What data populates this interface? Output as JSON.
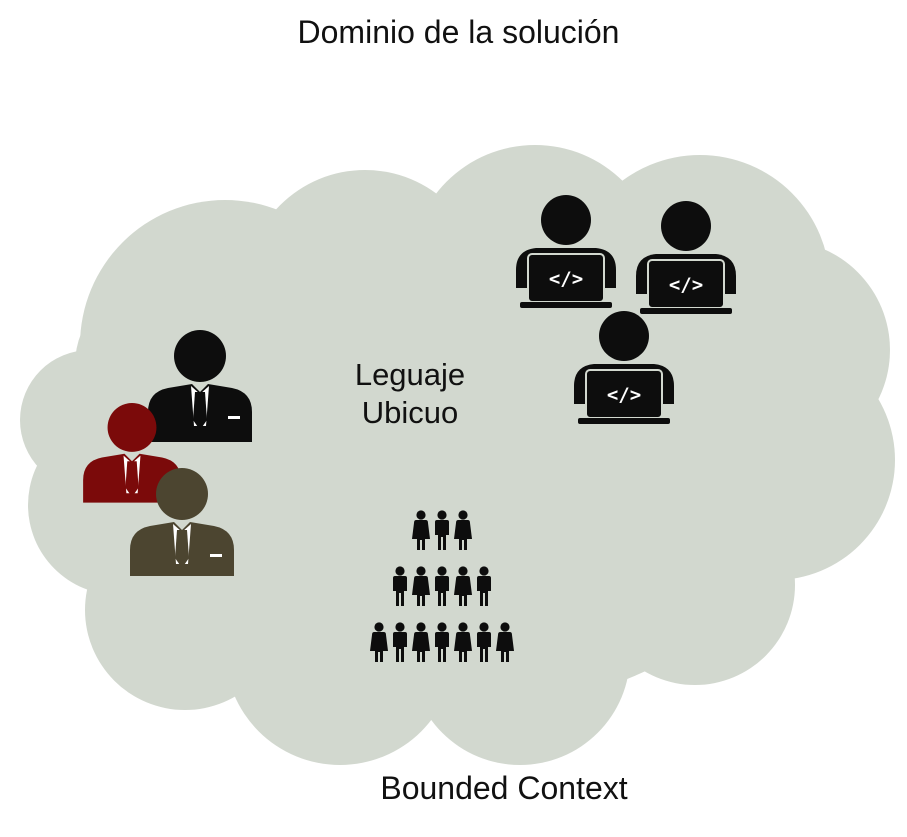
{
  "diagram": {
    "title": "Dominio de la solución",
    "center_label_line1": "Leguaje",
    "center_label_line2": "Ubicuo",
    "footer_label": "Bounded Context",
    "colors": {
      "cloud": "#d2d8cf",
      "ink": "#0d0d0d",
      "business_black": "#0d0d0d",
      "business_red": "#7b0a0a",
      "business_olive": "#4c4530",
      "code_glyph": "#ffffff"
    },
    "icons": {
      "business_people": [
        "business-person-icon",
        "business-person-icon",
        "business-person-icon"
      ],
      "developers": [
        "developer-icon",
        "developer-icon",
        "developer-icon"
      ],
      "crowd": "crowd-pyramid-icon",
      "code_glyph_text": "</>"
    }
  }
}
